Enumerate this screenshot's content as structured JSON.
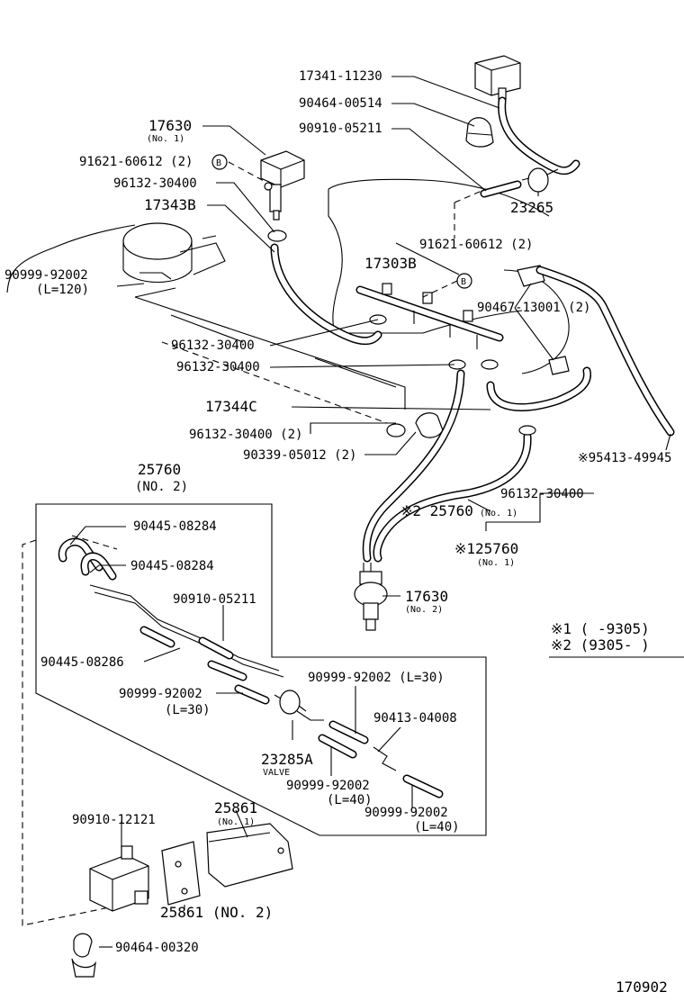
{
  "labels": {
    "p17341_11230": "17341-11230",
    "p90464_00514": "90464-00514",
    "p90910_05211_top": "90910-05211",
    "p17630_no1": "17630",
    "p17630_no1_sub": "(No. 1)",
    "p91621_60612_b": "91621-60612 (2)",
    "p96132_30400_a": "96132-30400",
    "p17343b": "17343B",
    "p23265": "23265",
    "p91621_60612_c": "91621-60612 (2)",
    "p17303b": "17303B",
    "p90999_92002_l120": "90999-92002",
    "p90999_92002_l120_sub": "(L=120)",
    "p90467_13001": "90467-13001 (2)",
    "p96132_30400_b": "96132-30400",
    "p96132_30400_c": "96132-30400",
    "p17344c": "17344C",
    "p96132_30400_d": "96132-30400 (2)",
    "p90339_05012": "90339-05012 (2)",
    "p95413_49945": "※95413-49945",
    "p25760_no2": "25760",
    "p25760_no2_sub": "(NO. 2)",
    "p96132_30400_e": "96132-30400",
    "p25760_no1": "※2 25760",
    "p25760_no1_sub": "(No. 1)",
    "p90445_08284_a": "90445-08284",
    "p125760": "※125760",
    "p125760_sub": "(No. 1)",
    "p90445_08284_b": "90445-08284",
    "p17630_no2": "17630",
    "p17630_no2_sub": "(No. 2)",
    "p90910_05211_mid": "90910-05211",
    "p90445_08286": "90445-08286",
    "p90999_92002_l30a": "90999-92002 (L=30)",
    "p90999_92002_l30b": "90999-92002",
    "p90999_92002_l30b_sub": "(L=30)",
    "p90413_04008": "90413-04008",
    "p23285a": "23285A",
    "p23285a_sub": "VALVE",
    "p90999_92002_l40a": "90999-92002",
    "p90999_92002_l40a_sub": "(L=40)",
    "p90999_92002_l40b": "90999-92002",
    "p90999_92002_l40b_sub": "(L=40)",
    "p90910_12121": "90910-12121",
    "p25861_no1": "25861",
    "p25861_no1_sub": "(No. 1)",
    "p25861_no2": "25861 (NO. 2)",
    "p90464_00320": "90464-00320",
    "b_mark_1": "B",
    "b_mark_2": "B"
  },
  "legend": {
    "note1": "※1 (      -9305)",
    "note2": "※2 (9305-      )"
  },
  "figure_number": "170902"
}
